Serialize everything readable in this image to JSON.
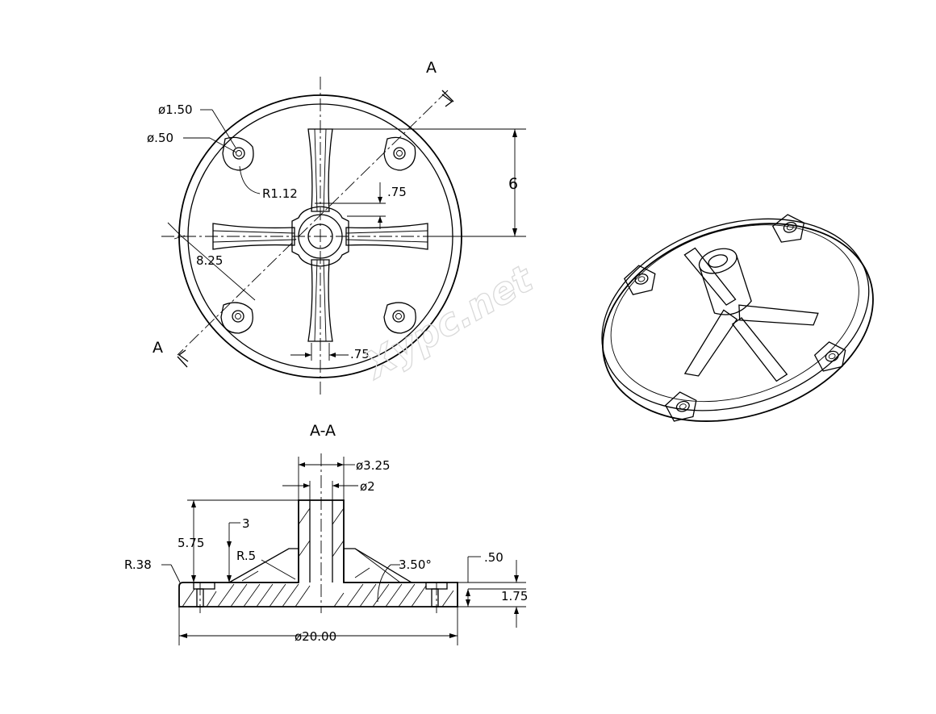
{
  "top_view": {
    "section_mark_top": "A",
    "section_mark_bottom": "A",
    "dim_hole_outer": "ø1.50",
    "dim_hole_inner": "ø.50",
    "dim_fillet": "R1.12",
    "dim_rib_offset": ".75",
    "dim_height": "6",
    "dim_radius": "8.25",
    "dim_rib_width": ".75"
  },
  "section_view": {
    "title": "A-A",
    "dim_boss_outer": "ø3.25",
    "dim_boss_inner": "ø2",
    "dim_rib_height": "3",
    "dim_boss_height": "5.75",
    "dim_rib_fillet": "R.5",
    "dim_edge_radius": "R.38",
    "dim_draft_angle": "3.50°",
    "dim_recess": ".50",
    "dim_base_thickness": "1.75",
    "dim_diameter": "ø20.00"
  },
  "watermark": "Xypc.net"
}
